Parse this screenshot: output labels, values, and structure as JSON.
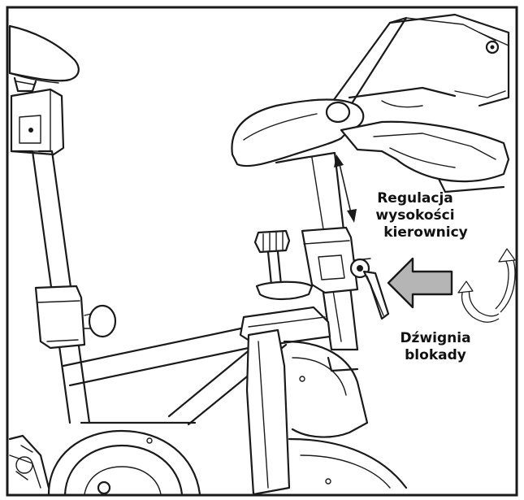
{
  "labels": {
    "height_line1": "Regulacja",
    "height_line2": "wysokości",
    "height_line3": "kierownicy",
    "lever_line1": "Dźwignia",
    "lever_line2": "blokady"
  },
  "colors": {
    "ink": "#1a1a1a",
    "arrow_fill": "#b5b5b5",
    "background": "#ffffff"
  },
  "icons": {
    "direction": "double-headed-vertical-arrow",
    "pointer": "gray-left-arrow",
    "rotation": "curved-rotation-arrows"
  }
}
